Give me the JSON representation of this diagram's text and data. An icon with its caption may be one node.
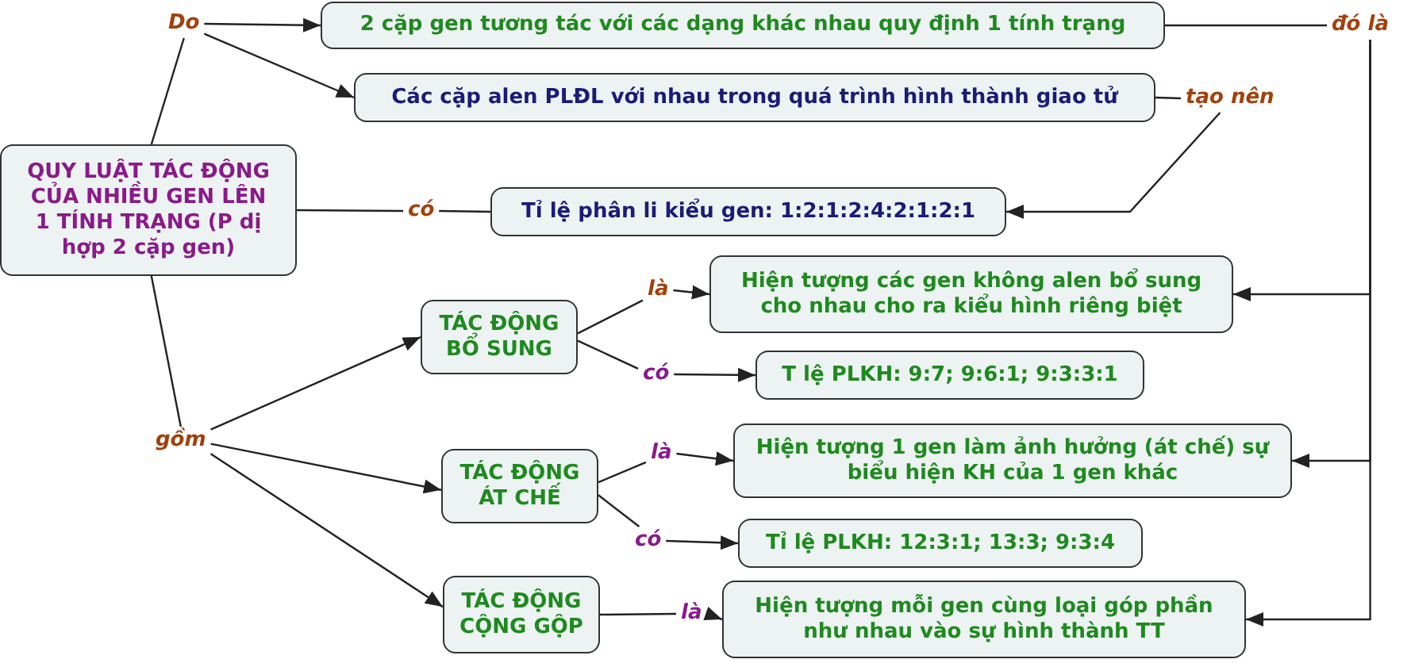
{
  "diagram": {
    "nodes": [
      {
        "text": [
          "Do"
        ]
      },
      {
        "text": [
          "2 cặp gen tương tác với các dạng khác nhau quy định 1 tính trạng"
        ]
      },
      {
        "text": [
          "đó là"
        ]
      },
      {
        "text": [
          "Các cặp alen PLĐL với nhau trong quá trình hình thành giao tử"
        ]
      },
      {
        "text": [
          "tạo nên"
        ]
      },
      {
        "text": [
          "QUY LUẬT TÁC ĐỘNG CỦA NHIỀU GEN LÊN 1 TÍNH TRẠNG (P dị hợp 2 cặp gen)"
        ]
      },
      {
        "text": [
          "có"
        ]
      },
      {
        "text": [
          "Tỉ lệ phân li kiểu gen: 1:2:1:2:4:2:1:2:1"
        ]
      },
      {
        "text": [
          "Hiện tượng các gen không alen bổ sung cho nhau cho ra kiểu hình riêng biệt"
        ]
      },
      {
        "text": [
          "là"
        ]
      },
      {
        "text": [
          "TÁC ĐỘNG BỔ SUNG"
        ]
      },
      {
        "text": [
          "có"
        ]
      },
      {
        "text": [
          "T lệ PLKH: 9:7; 9:6:1; 9:3:3:1"
        ]
      },
      {
        "text": [
          "gồm"
        ]
      },
      {
        "text": [
          "Hiện tượng 1 gen làm ảnh hưởng (át chế) sự biểu hiện KH của 1 gen khác"
        ]
      },
      {
        "text": [
          "là"
        ]
      },
      {
        "text": [
          "TÁC ĐỘNG ÁT CHẾ"
        ]
      },
      {
        "text": [
          "có"
        ]
      },
      {
        "text": [
          "Tỉ lệ PLKH: 12:3:1; 13:3; 9:3:4"
        ]
      },
      {
        "text": [
          "TÁC ĐỘNG CỘNG GỘP"
        ]
      },
      {
        "text": [
          "là"
        ]
      },
      {
        "text": [
          "Hiện tượng mỗi gen cùng loại góp phần như nhau vào sự hình thành TT"
        ]
      }
    ],
    "edges": [
      {
        "from": 5,
        "to": 0,
        "arrow": "none"
      },
      {
        "from": 0,
        "to": 1,
        "arrow": "to"
      },
      {
        "from": 0,
        "to": 3,
        "arrow": "to"
      },
      {
        "from": 1,
        "to": 2,
        "arrow": "none"
      },
      {
        "from": 2,
        "to": 8,
        "arrow": "to"
      },
      {
        "from": 2,
        "to": 14,
        "arrow": "to"
      },
      {
        "from": 2,
        "to": 21,
        "arrow": "to"
      },
      {
        "from": 3,
        "to": 4,
        "arrow": "none"
      },
      {
        "from": 4,
        "to": 7,
        "arrow": "to"
      },
      {
        "from": 5,
        "to": 6,
        "arrow": "none"
      },
      {
        "from": 6,
        "to": 7,
        "arrow": "none"
      },
      {
        "from": 5,
        "to": 13,
        "arrow": "none"
      },
      {
        "from": 13,
        "to": 10,
        "arrow": "to"
      },
      {
        "from": 13,
        "to": 16,
        "arrow": "to"
      },
      {
        "from": 13,
        "to": 19,
        "arrow": "to"
      },
      {
        "from": 10,
        "to": 9,
        "arrow": "none"
      },
      {
        "from": 9,
        "to": 8,
        "arrow": "to"
      },
      {
        "from": 10,
        "to": 11,
        "arrow": "none"
      },
      {
        "from": 11,
        "to": 12,
        "arrow": "to"
      },
      {
        "from": 16,
        "to": 15,
        "arrow": "none"
      },
      {
        "from": 15,
        "to": 14,
        "arrow": "to"
      },
      {
        "from": 16,
        "to": 17,
        "arrow": "none"
      },
      {
        "from": 17,
        "to": 18,
        "arrow": "to"
      },
      {
        "from": 19,
        "to": 20,
        "arrow": "none"
      },
      {
        "from": 20,
        "to": 21,
        "arrow": "to"
      }
    ]
  }
}
